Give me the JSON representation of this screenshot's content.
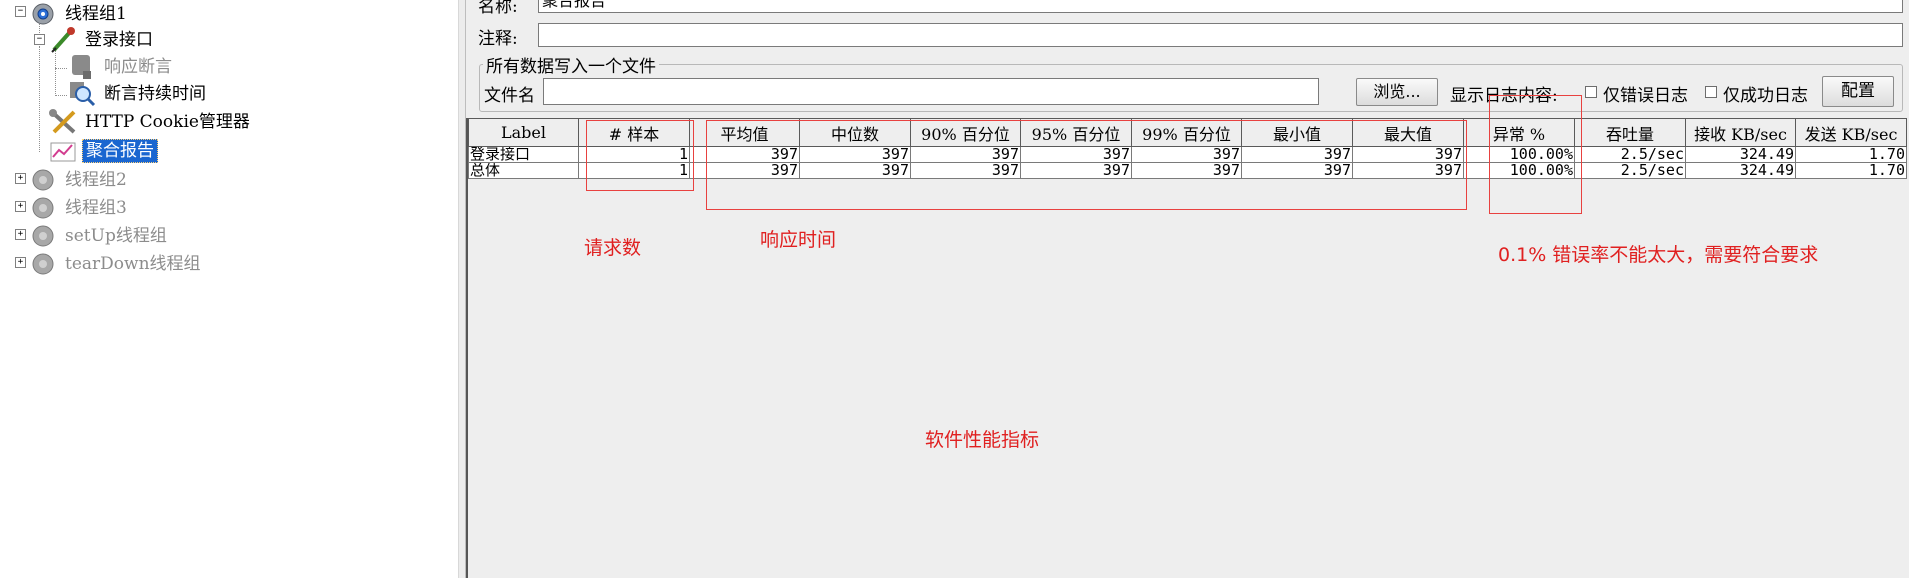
{
  "tree": {
    "items": [
      {
        "label": "线程组1",
        "icon": "gear-icon",
        "disabled": false
      },
      {
        "label": "登录接口",
        "icon": "pipette-sampler-icon",
        "disabled": false
      },
      {
        "label": "响应断言",
        "icon": "assertion-icon",
        "disabled": true
      },
      {
        "label": "断言持续时间",
        "icon": "magnifier-assertion-icon",
        "disabled": false
      },
      {
        "label": "HTTP Cookie管理器",
        "icon": "tools-icon",
        "disabled": false
      },
      {
        "label": "聚合报告",
        "icon": "chart-listener-icon",
        "selected": true
      },
      {
        "label": "线程组2",
        "icon": "gear-icon",
        "disabled": true
      },
      {
        "label": "线程组3",
        "icon": "gear-icon",
        "disabled": true
      },
      {
        "label": "setUp线程组",
        "icon": "gear-icon",
        "disabled": true
      },
      {
        "label": "tearDown线程组",
        "icon": "gear-icon",
        "disabled": true
      }
    ]
  },
  "form": {
    "name_label": "名称:",
    "name_value": "聚合报告",
    "comment_label": "注释:",
    "comment_value": "",
    "file_group_title": "所有数据写入一个文件",
    "filename_label": "文件名",
    "filename_value": "",
    "browse_label": "浏览...",
    "log_display_label": "显示日志内容:",
    "errors_only_label": "仅错误日志",
    "success_only_label": "仅成功日志",
    "config_label": "配置"
  },
  "table": {
    "headers": [
      "Label",
      "# 样本",
      "平均值",
      "中位数",
      "90% 百分位",
      "95% 百分位",
      "99% 百分位",
      "最小值",
      "最大值",
      "异常 %",
      "吞吐量",
      "接收 KB/sec",
      "发送 KB/sec"
    ],
    "rows": [
      [
        "登录接口",
        "1",
        "397",
        "397",
        "397",
        "397",
        "397",
        "397",
        "397",
        "100.00%",
        "2.5/sec",
        "324.49",
        "1.70"
      ],
      [
        "总体",
        "1",
        "397",
        "397",
        "397",
        "397",
        "397",
        "397",
        "397",
        "100.00%",
        "2.5/sec",
        "324.49",
        "1.70"
      ]
    ]
  },
  "annotations": {
    "samples": "请求数",
    "response_time": "响应时间",
    "error_rate": "0.1% 错误率不能太大，需要符合要求",
    "performance": "软件性能指标",
    "color": "#e02020"
  }
}
